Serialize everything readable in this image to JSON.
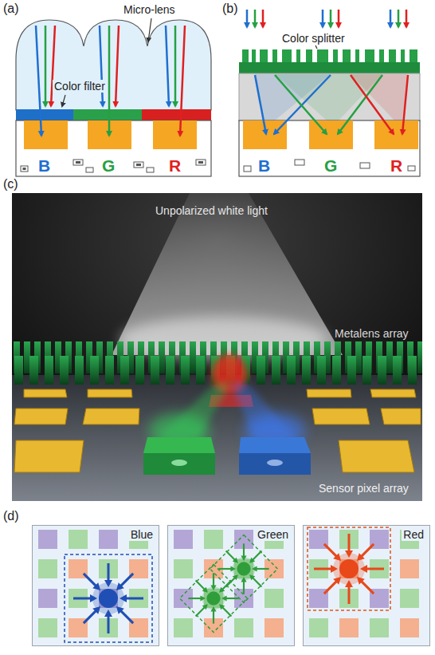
{
  "diagram": {
    "nodes": [
      {
        "text": [
          "Blue"
        ]
      },
      {
        "text": [
          "Green"
        ]
      },
      {
        "text": [
          "Red"
        ]
      }
    ],
    "labels": [
      "(a)",
      "Micro-lens",
      "Color filter",
      "B",
      "G",
      "R",
      "(b)",
      "Color splitter",
      "B",
      "G",
      "R",
      "(c)",
      "Unpolarized white light",
      "Metalens array",
      "Sensor pixel array",
      "(d)"
    ]
  }
}
